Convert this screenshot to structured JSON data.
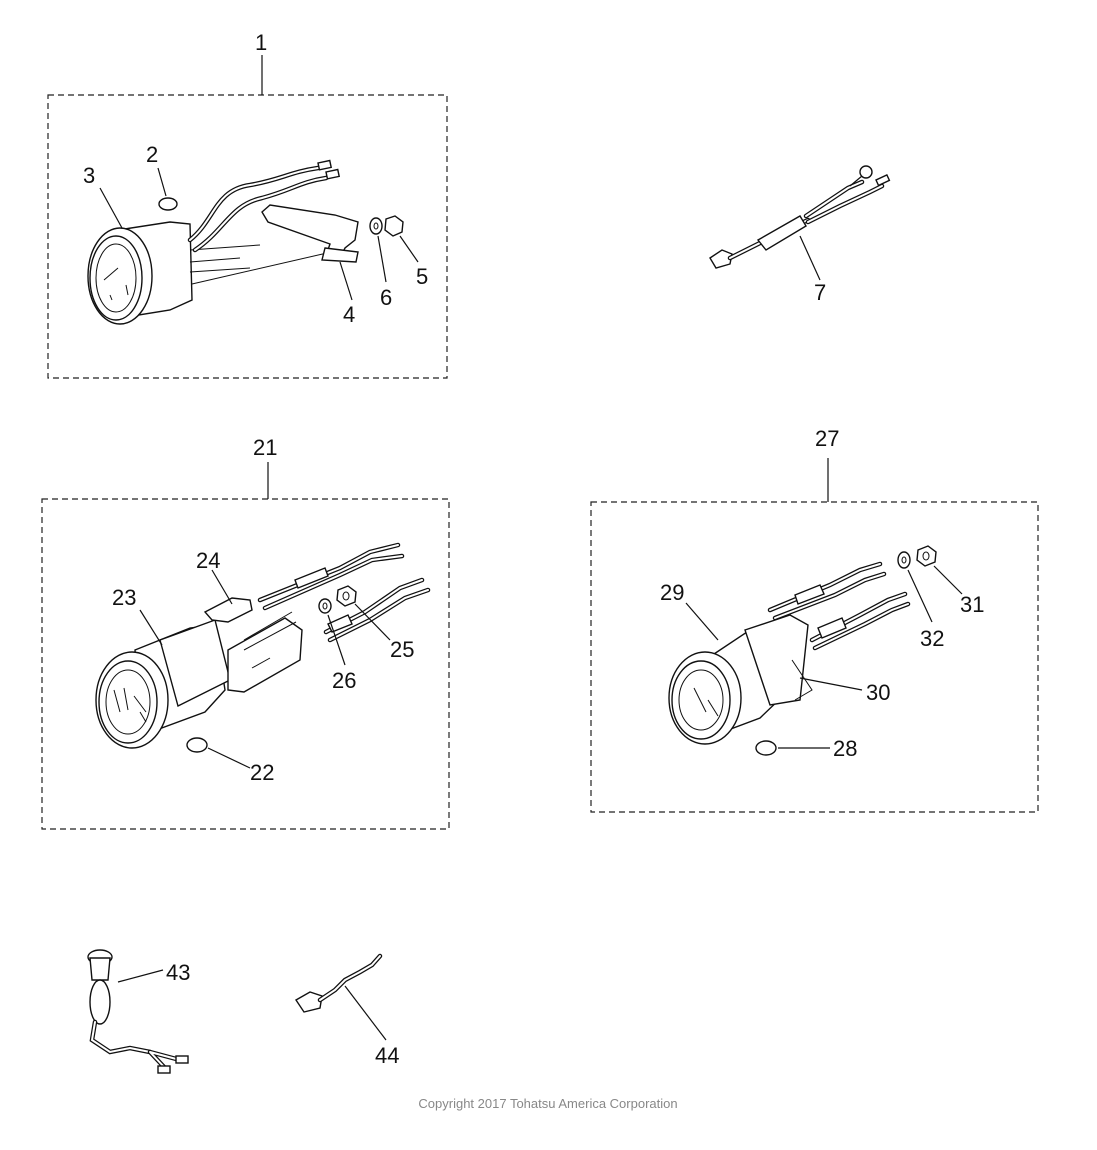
{
  "callouts": {
    "c1": "1",
    "c2": "2",
    "c3": "3",
    "c4": "4",
    "c5": "5",
    "c6": "6",
    "c7": "7",
    "c21": "21",
    "c22": "22",
    "c23": "23",
    "c24": "24",
    "c25": "25",
    "c26": "26",
    "c27": "27",
    "c28": "28",
    "c29": "29",
    "c30": "30",
    "c31": "31",
    "c32": "32",
    "c43": "43",
    "c44": "44"
  },
  "footer": {
    "copyright": "Copyright 2017 Tohatsu America Corporation"
  }
}
